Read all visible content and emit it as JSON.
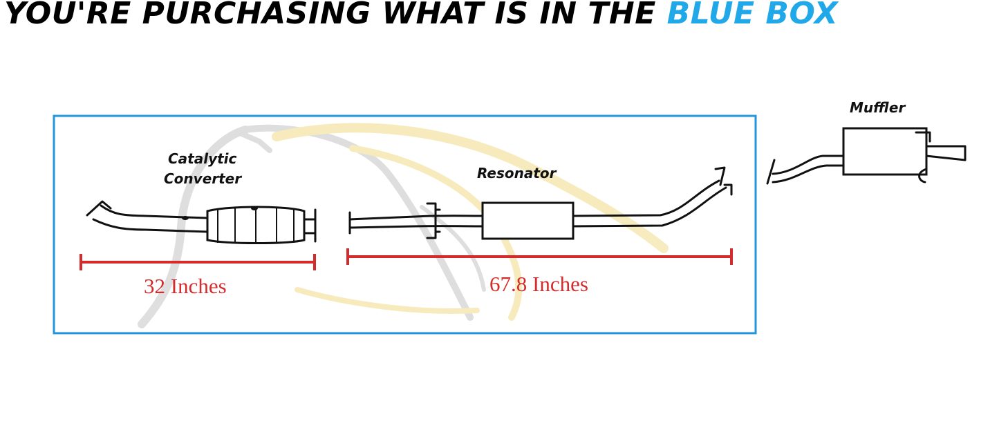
{
  "headline": {
    "text_main": "YOU'RE PURCHASING WHAT IS IN THE ",
    "text_accent": "BLUE BOX"
  },
  "parts": {
    "catalytic_converter": [
      "Catalytic",
      "Converter"
    ],
    "resonator": "Resonator",
    "muffler": "Muffler"
  },
  "dimensions": {
    "catalytic_converter": "32 Inches",
    "resonator": "67.8 Inches"
  },
  "colors": {
    "accent": "#20a8e8",
    "dimension": "#d42c2c",
    "box": "#2196dd",
    "watermark_gray": "#b8b8b8",
    "watermark_gold": "#f1dc8a"
  }
}
